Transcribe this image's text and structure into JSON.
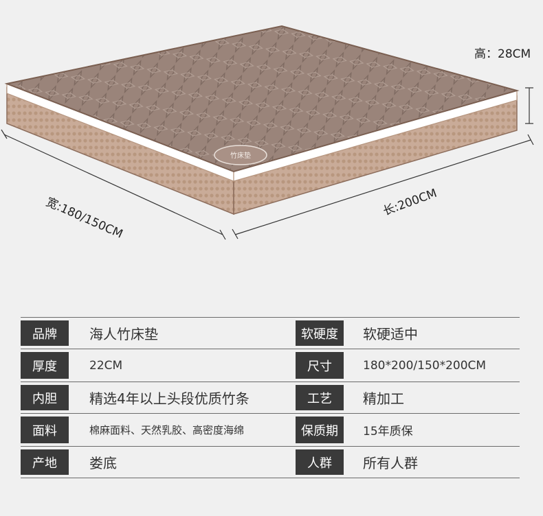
{
  "dimensions": {
    "height": "高：28CM",
    "width": "宽:180/150CM",
    "length": "长:200CM"
  },
  "label_badge": "竹床垫",
  "specs": [
    {
      "key": "品牌",
      "value": "海人竹床垫",
      "key2": "软硬度",
      "value2": "软硬适中"
    },
    {
      "key": "厚度",
      "value": "22CM",
      "key2": "尺寸",
      "value2": "180*200/150*200CM"
    },
    {
      "key": "内胆",
      "value": "精选4年以上头段优质竹条",
      "key2": "工艺",
      "value2": "精加工"
    },
    {
      "key": "面料",
      "value": "棉麻面料、天然乳胶、高密度海绵",
      "key2": "保质期",
      "value2": "15年质保"
    },
    {
      "key": "产地",
      "value": "娄底",
      "key2": "人群",
      "value2": "所有人群"
    }
  ],
  "colors": {
    "background": "#f0f0f0",
    "key_cell": "#3a3a3a",
    "mattress_top": "#9a847a",
    "mattress_side": "#c9ab98",
    "band": "#ffffff"
  }
}
